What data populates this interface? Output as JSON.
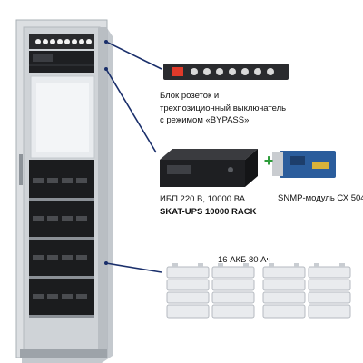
{
  "callouts": {
    "pdu": {
      "line1": "Блок розеток и",
      "line2": "трехпозиционный выключатель",
      "line3": "с режимом «BYPASS»"
    },
    "ups": {
      "line1": "ИБП 220 В, 10000 ВА",
      "line2": "SKAT-UPS 10000 RACK"
    },
    "snmp": {
      "line1": "SNMP-модуль СХ 504"
    },
    "batteries": {
      "line1": "16 АКБ 80 Ач"
    },
    "plus_symbol": "+"
  },
  "colors": {
    "cabinet": "#dcdfe2",
    "cabinet_shade": "#b9bec3",
    "equipment": "#1e1f22",
    "pdu_red": "#e03a2a",
    "plus_green": "#2e9c3a",
    "connector_line": "#1a2f6b",
    "snmp_blue": "#2b5d9c",
    "battery": "#e9ebee"
  }
}
